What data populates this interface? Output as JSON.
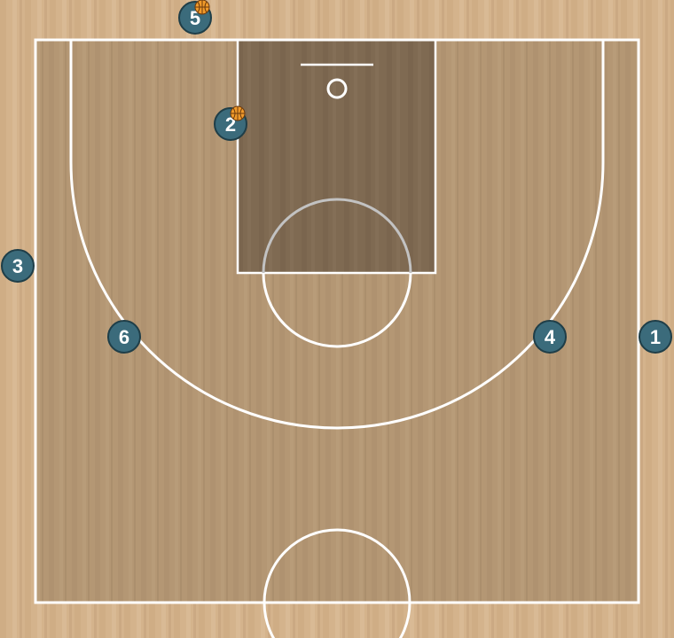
{
  "colors": {
    "outer_wood": "#d4b38c",
    "court_floor": "#b49774",
    "paint": "#7f6a52",
    "lines": "#ffffff",
    "inner_circle_line": "#c2c2c2",
    "player_fill": "#3b6b7b",
    "player_stroke": "#1f3e48",
    "player_text": "#ffffff",
    "ball": "#f09a2a",
    "ball_seam": "#6b3a0e"
  },
  "players": [
    {
      "number": "1",
      "has_ball": false
    },
    {
      "number": "2",
      "has_ball": true
    },
    {
      "number": "3",
      "has_ball": false
    },
    {
      "number": "4",
      "has_ball": false
    },
    {
      "number": "5",
      "has_ball": true
    },
    {
      "number": "6",
      "has_ball": false
    }
  ]
}
